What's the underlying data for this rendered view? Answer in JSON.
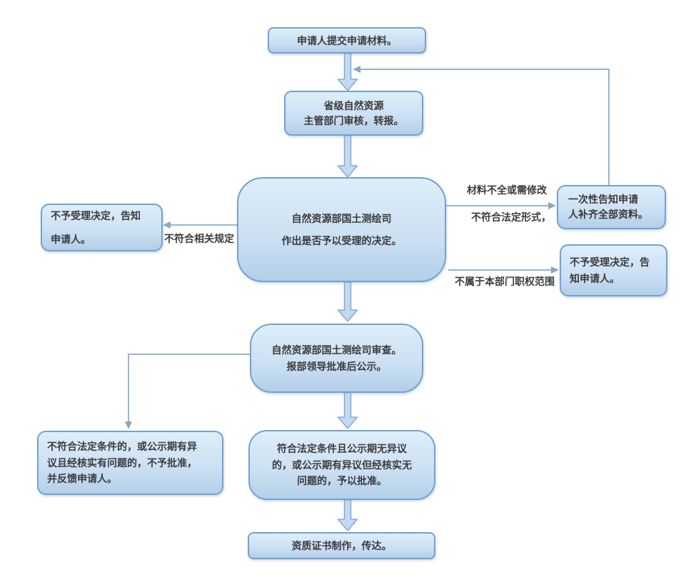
{
  "nodes": {
    "start": {
      "text": "申请人提交申请材料。"
    },
    "provincial": {
      "text": "省级自然资源\n主管部门审核，转报。"
    },
    "decision": {
      "text": "自然资源部国土测绘司\n作出是否予以受理的决定。"
    },
    "reject_left": {
      "text": "不予受理决定，告知\n申请人。"
    },
    "supplement": {
      "text": "一次性告知申请\n人补齐全部资料。"
    },
    "reject_right": {
      "text": "不予受理决定，告\n知申请人。"
    },
    "review": {
      "text": "自然资源部国土测绘司审查。\n报部领导批准后公示。"
    },
    "deny": {
      "text": "不符合法定条件的，或公示期有异\n议且经核实有问题的，不予批准，\n并反馈申请人。"
    },
    "approve": {
      "text": "符合法定条件且公示期无异议\n的，或公示期有异议但经核实无\n问题的，予以批准。"
    },
    "certificate": {
      "text": "资质证书制作，传达。"
    }
  },
  "edge_labels": {
    "incomplete": "材料不全或需修改",
    "not_legal_form": "不符合法定形式，",
    "not_conform": "不符合相关规定",
    "not_authority": "不属于本部门职权范围"
  },
  "colors": {
    "box_fill_top": "#ddeefa",
    "box_fill_bottom": "#b3cfe9",
    "box_border": "#74a2cf",
    "arrow_fill": "#c3d9ef",
    "arrow_border": "#81aad3",
    "connector": "#9ab4cf",
    "connector_dark": "#8aa6c4",
    "text": "#3b3b3b"
  }
}
